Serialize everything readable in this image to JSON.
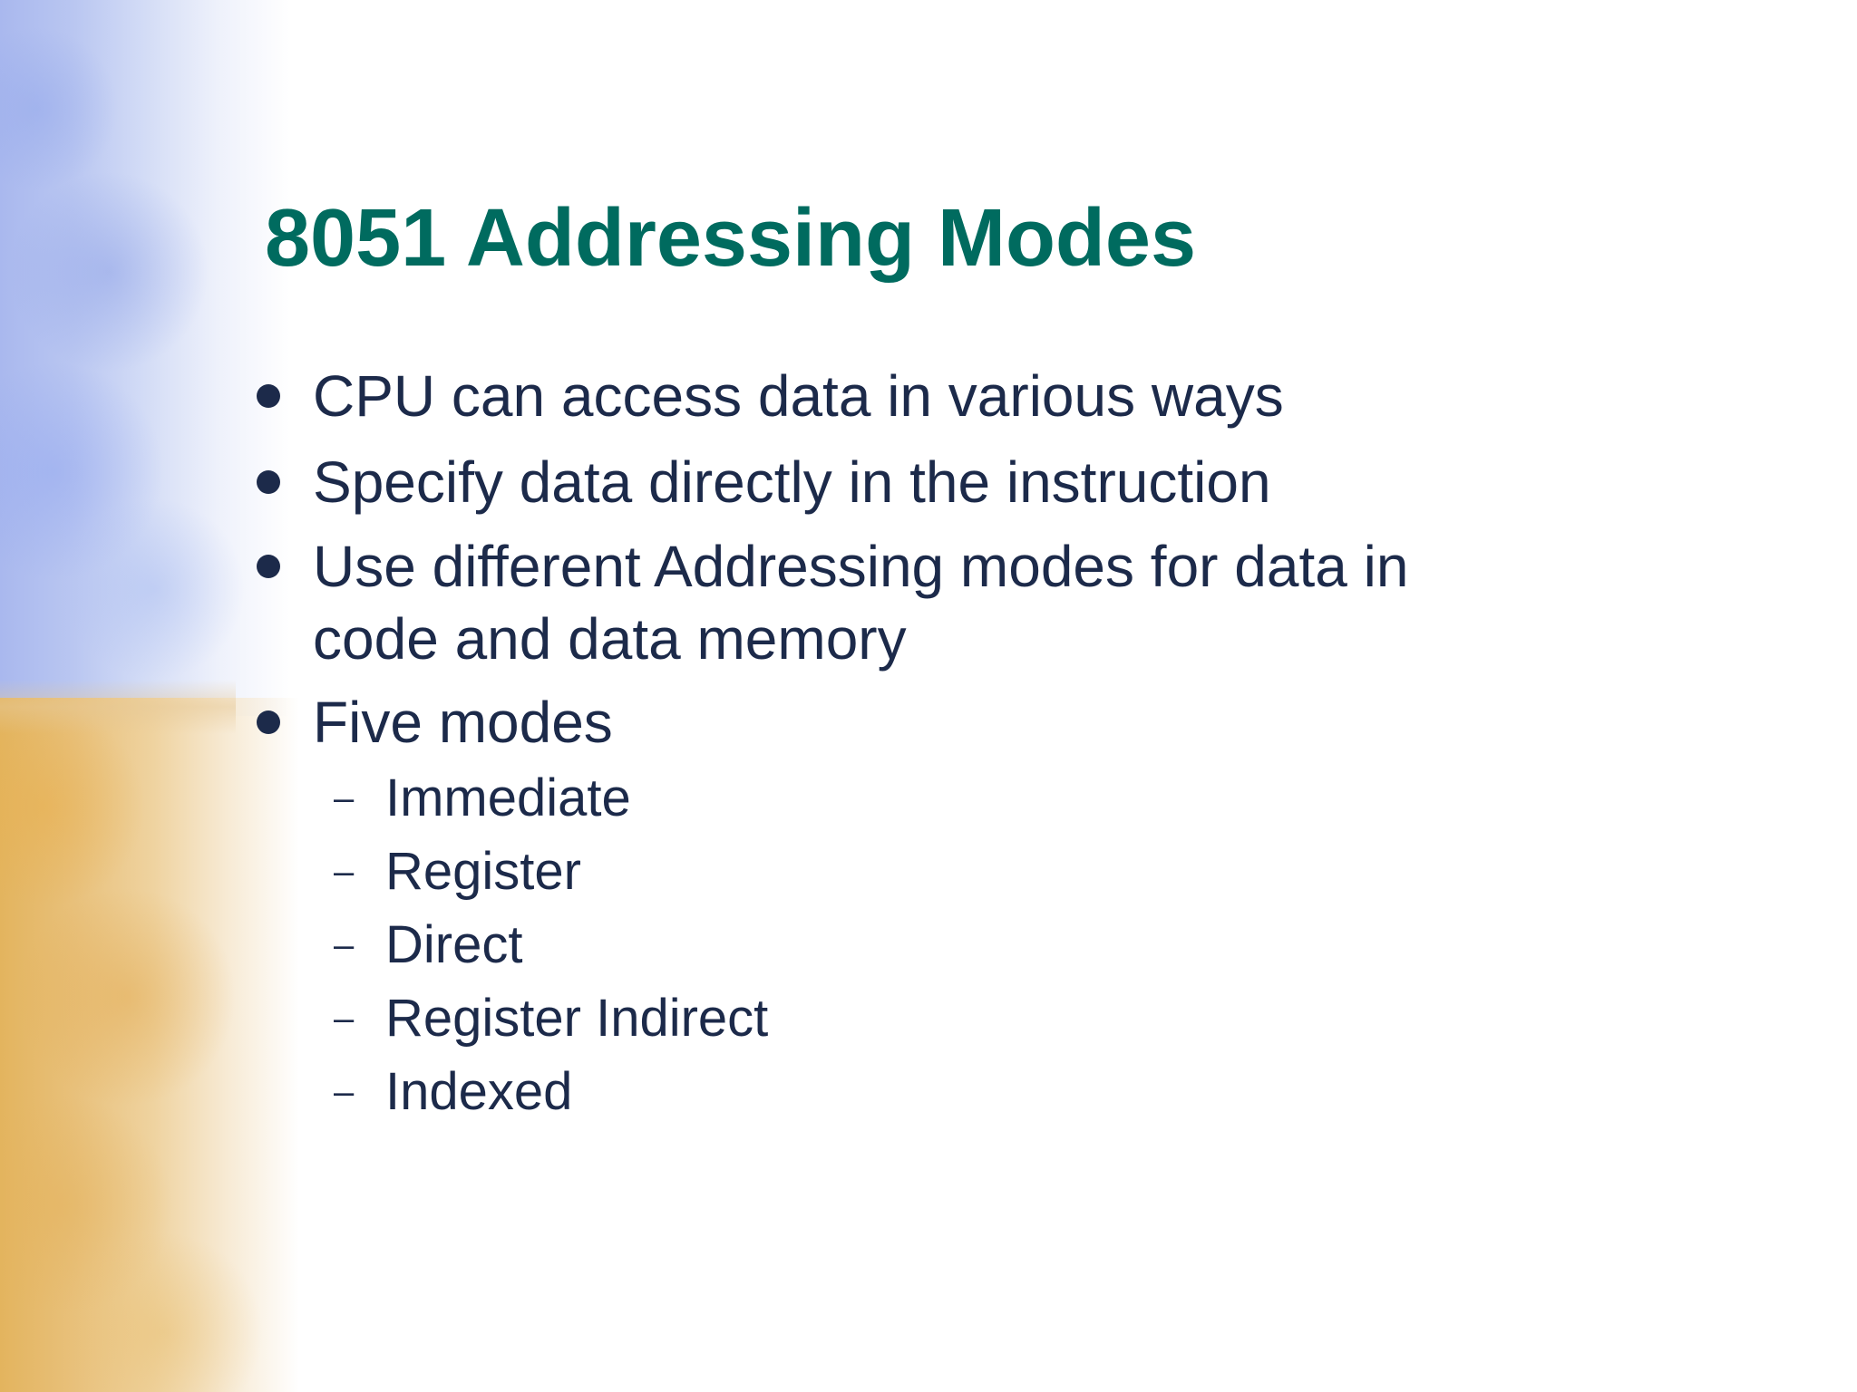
{
  "slide": {
    "title": "8051 Addressing Modes",
    "bullets": [
      {
        "text": "CPU can access data in various ways"
      },
      {
        "text": "Specify data directly in the instruction"
      },
      {
        "line1": "Use different Addressing modes for data in",
        "line2": "code and data memory"
      },
      {
        "text": "Five modes"
      }
    ],
    "sub_bullets": [
      "Immediate",
      "Register",
      "Direct",
      "Register Indirect",
      "Indexed"
    ],
    "dash_glyph": "–",
    "colors": {
      "title": "#006b5f",
      "body_text": "#1c2a4a",
      "band_blue": "#a9b8ee",
      "band_gold": "#e3b45e"
    }
  }
}
